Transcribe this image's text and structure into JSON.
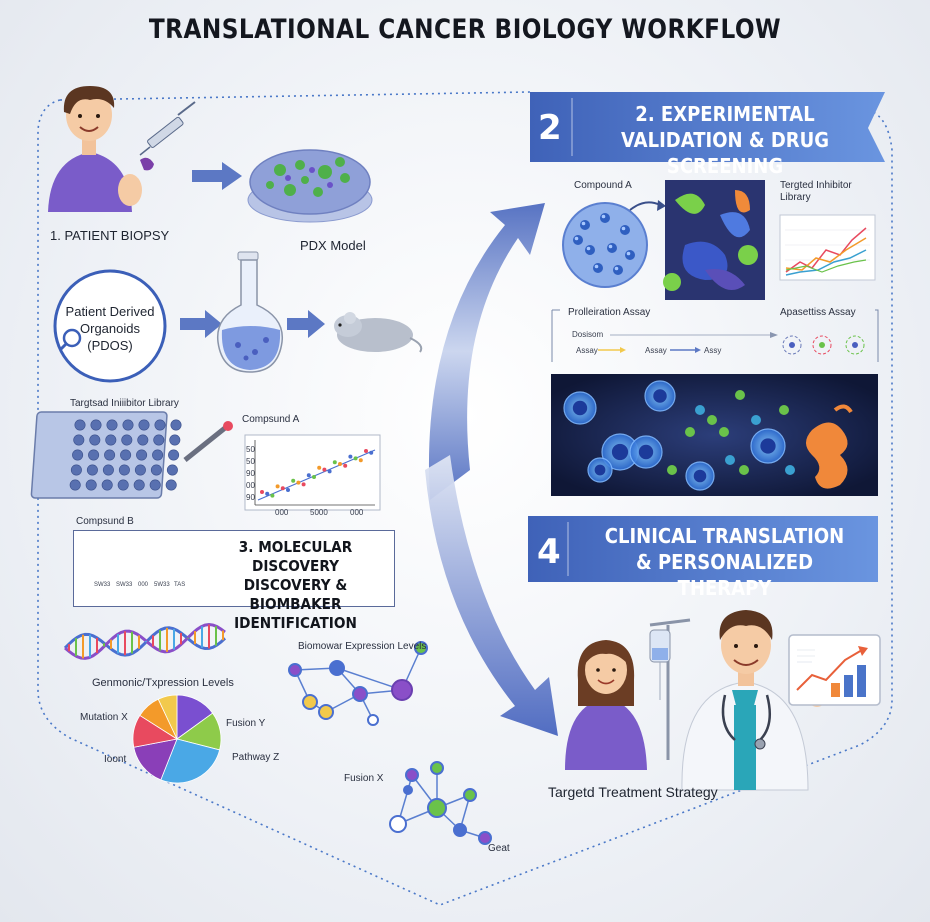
{
  "header": {
    "title": "TRANSLATIONAL CANCER BIOLOGY WORKFLOW"
  },
  "section1": {
    "patient_label": "1. PATIENT BIOPSY",
    "pdx_label": "PDX Model",
    "organoid_label_1": "Patient Derived",
    "organoid_label_2": "Organoids",
    "organoid_label_3": "(PDOS)",
    "library_label": "Targtsad Iniiibitor Library",
    "compound_a_label": "Compsund A",
    "compound_b_label": "Compsund B",
    "scatter_ticks_y": [
      "50",
      "50",
      "90",
      "00",
      "90"
    ],
    "scatter_ticks_x": [
      "000",
      "5000",
      "000"
    ],
    "bar_ticks": [
      "SW33",
      "SW33",
      "000",
      "5W33",
      "TAS"
    ]
  },
  "section2": {
    "number": "2",
    "title_line1": "2. EXPERIMENTAL",
    "title_line2": "VALIDATION & DRUG SCREENING",
    "compound_a_label": "Compound A",
    "library_label_1": "Tergted Inhibitor",
    "library_label_2": "Library",
    "proliferation_label": "Prolleiration Assay",
    "apoptosis_label": "Apasettiss Assay",
    "flow_1": "Dosisom",
    "flow_2": "Assay",
    "flow_3": "Assay",
    "flow_4": "Assy"
  },
  "section3": {
    "title_line1": "3. MOLECULAR DISCOVERY",
    "title_line2": "DISCOVERY & BIOMBAKER",
    "title_line3": "IDENTIFICATION",
    "genomic_label": "Genmonic/Txpression Levels",
    "biomarker_label": "Biomowar Expression Levels",
    "pie_labels": {
      "mutation": "Mutation X",
      "fusion_y": "Fusion Y",
      "pathway": "Pathway Z",
      "other": "Ioont"
    },
    "network_labels": {
      "fusion_x": "Fusion X",
      "gene": "Geat"
    },
    "pie_slices": [
      {
        "value": 15,
        "color": "#7a4fd0"
      },
      {
        "value": 14,
        "color": "#8ecb4a"
      },
      {
        "value": 27,
        "color": "#4aa8e6"
      },
      {
        "value": 16,
        "color": "#8a3fb8"
      },
      {
        "value": 12,
        "color": "#e84a5f"
      },
      {
        "value": 9,
        "color": "#f39a2a"
      },
      {
        "value": 7,
        "color": "#f2c94c"
      }
    ]
  },
  "section4": {
    "number": "4",
    "title_line1": "CLINICAL TRANSLATION",
    "title_line2": "& PERSONALIZED THERAPY",
    "strategy_label": "Targetd Treatment Strategy"
  },
  "colors": {
    "banner": "#4b74c9",
    "arrow": "#5c78c4",
    "dotted": "#4a78c8",
    "purple_shirt": "#7a5cc9",
    "cell_blue": "#3a6fd0",
    "cell_green": "#6ac24a",
    "panel_dark": "#17224a"
  },
  "icons": [
    "syringe-icon",
    "magnifier-icon",
    "mouse-icon",
    "flask-icon",
    "petri-dish-icon",
    "iv-bag-icon",
    "stethoscope-icon",
    "chart-board-icon"
  ]
}
